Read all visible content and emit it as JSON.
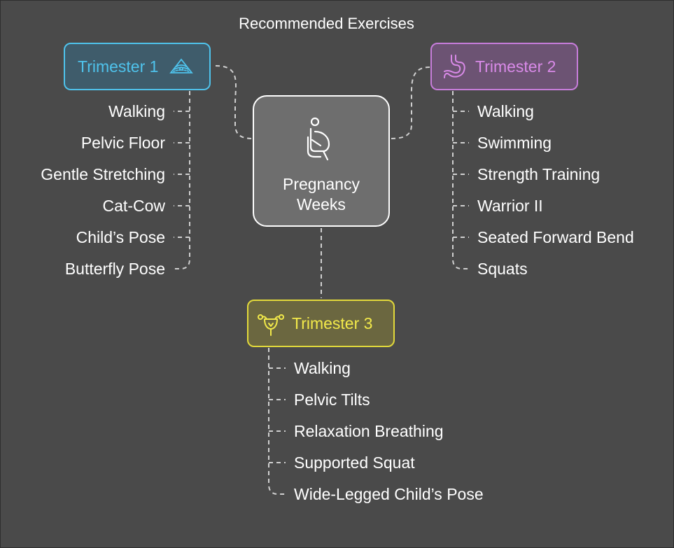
{
  "title": "Recommended Exercises",
  "center": {
    "label": "Pregnancy\nWeeks",
    "icon": "pregnant-person-icon"
  },
  "colors": {
    "background": "#4a4a4a",
    "trimester_1": "#4fc3ec",
    "trimester_2": "#c77ddb",
    "trimester_3": "#e2d93b",
    "connector": "#d0d0d0"
  },
  "trimester_1": {
    "label": "Trimester 1",
    "icon": "ultrasound-icon",
    "items": [
      "Walking",
      "Pelvic Floor",
      "Gentle Stretching",
      "Cat-Cow",
      "Child’s Pose",
      "Butterfly Pose"
    ]
  },
  "trimester_2": {
    "label": "Trimester 2",
    "icon": "stomach-icon",
    "items": [
      "Walking",
      "Swimming",
      "Strength Training",
      "Warrior II",
      "Seated Forward Bend",
      "Squats"
    ]
  },
  "trimester_3": {
    "label": "Trimester 3",
    "icon": "uterus-icon",
    "items": [
      "Walking",
      "Pelvic Tilts",
      "Relaxation Breathing",
      "Supported Squat",
      "Wide-Legged Child’s Pose"
    ]
  }
}
